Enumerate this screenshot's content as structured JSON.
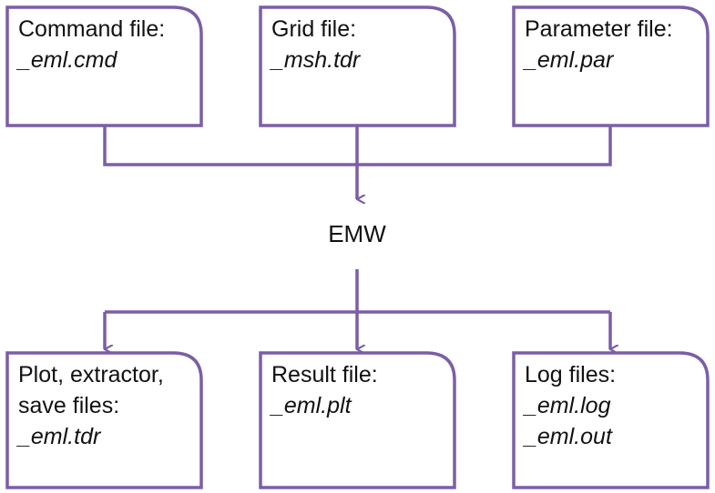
{
  "inputs": [
    {
      "lines": [
        "Command file:",
        "_eml.cmd"
      ]
    },
    {
      "lines": [
        "Grid file:",
        "_msh.tdr"
      ]
    },
    {
      "lines": [
        "Parameter file:",
        "_eml.par"
      ]
    }
  ],
  "center": {
    "label": "EMW"
  },
  "outputs": [
    {
      "lines": [
        "Plot, extractor,",
        "save files:",
        "_eml.tdr"
      ]
    },
    {
      "lines": [
        "Result file:",
        "_eml.plt"
      ]
    },
    {
      "lines": [
        "Log files:",
        "_eml.log",
        "_eml.out"
      ]
    }
  ],
  "colors": {
    "stroke": "#7b5ea7",
    "text": "#111111"
  }
}
